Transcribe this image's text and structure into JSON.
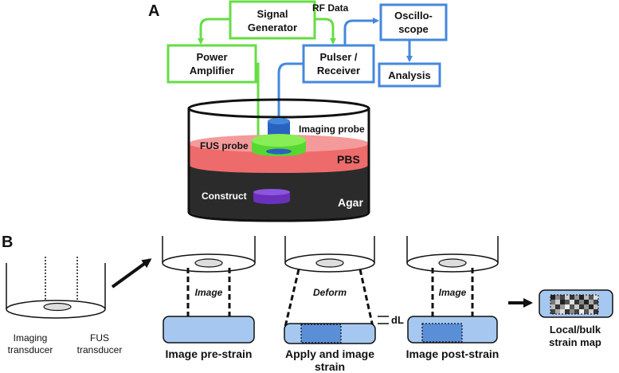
{
  "panel_a": {
    "label": "A",
    "signal_generator": [
      "Signal",
      "Generator"
    ],
    "power_amplifier": [
      "Power",
      "Amplifier"
    ],
    "pulser_receiver": [
      "Pulser /",
      "Receiver"
    ],
    "oscilloscope": [
      "Oscillo-",
      "scope"
    ],
    "analysis": "Analysis",
    "rf_data": "RF Data",
    "imaging_probe": "Imaging probe",
    "fus_probe": "FUS probe",
    "pbs": "PBS",
    "construct": "Construct",
    "agar": "Agar"
  },
  "panel_b": {
    "label": "B",
    "imaging_transducer": [
      "Imaging",
      "transducer"
    ],
    "fus_transducer": [
      "FUS",
      "transducer"
    ],
    "step1_verb": "Image",
    "step1_caption": "Image pre-strain",
    "step2_verb": "Deform",
    "step2_caption": [
      "Apply and image",
      "strain"
    ],
    "dl": "dL",
    "step3_verb": "Image",
    "step3_caption": "Image post-strain",
    "result_caption": [
      "Local/bulk",
      "strain map"
    ]
  },
  "colors": {
    "green": "#66dd44",
    "blue": "#4488dd",
    "pbs": "#ee6b6b",
    "agar": "#2b2b2b",
    "construct": "#7a3ccc",
    "sample": "#a6c8f0",
    "sample_dark": "#5a8fd8"
  }
}
